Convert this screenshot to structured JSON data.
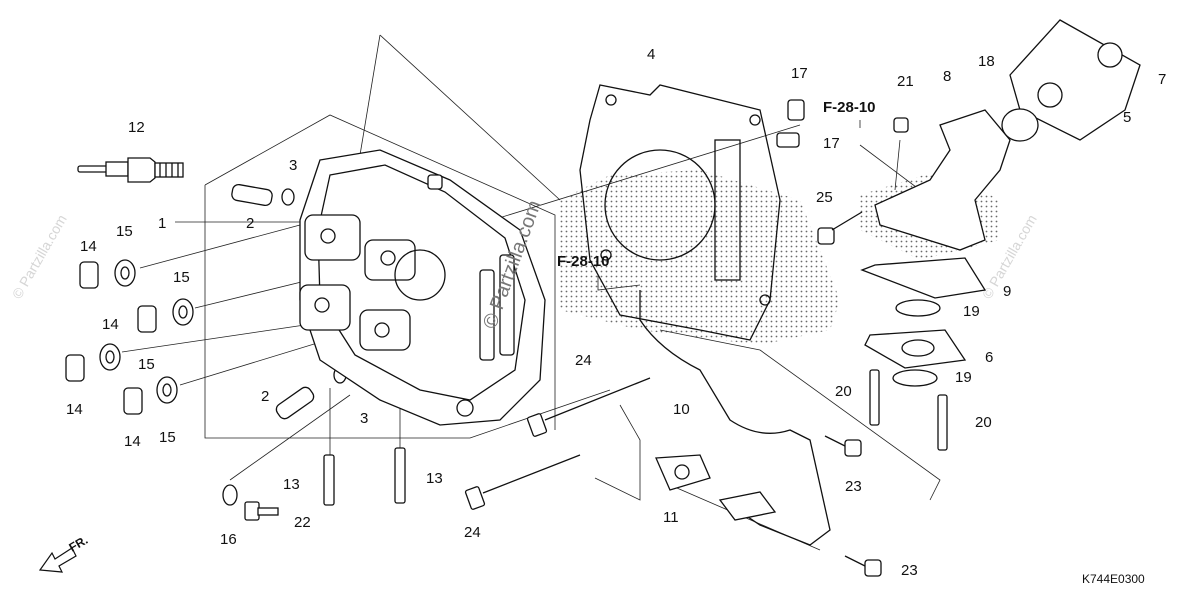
{
  "diagram": {
    "callouts": [
      {
        "id": "1",
        "label": "1"
      },
      {
        "id": "2a",
        "label": "2"
      },
      {
        "id": "2b",
        "label": "2"
      },
      {
        "id": "3a",
        "label": "3"
      },
      {
        "id": "3b",
        "label": "3"
      },
      {
        "id": "4",
        "label": "4"
      },
      {
        "id": "5",
        "label": "5"
      },
      {
        "id": "6",
        "label": "6"
      },
      {
        "id": "7",
        "label": "7"
      },
      {
        "id": "8",
        "label": "8"
      },
      {
        "id": "9",
        "label": "9"
      },
      {
        "id": "10",
        "label": "10"
      },
      {
        "id": "11",
        "label": "11"
      },
      {
        "id": "12",
        "label": "12"
      },
      {
        "id": "13a",
        "label": "13"
      },
      {
        "id": "13b",
        "label": "13"
      },
      {
        "id": "14a",
        "label": "14"
      },
      {
        "id": "14b",
        "label": "14"
      },
      {
        "id": "14c",
        "label": "14"
      },
      {
        "id": "14d",
        "label": "14"
      },
      {
        "id": "15a",
        "label": "15"
      },
      {
        "id": "15b",
        "label": "15"
      },
      {
        "id": "15c",
        "label": "15"
      },
      {
        "id": "15d",
        "label": "15"
      },
      {
        "id": "16",
        "label": "16"
      },
      {
        "id": "17a",
        "label": "17"
      },
      {
        "id": "17b",
        "label": "17"
      },
      {
        "id": "18",
        "label": "18"
      },
      {
        "id": "19a",
        "label": "19"
      },
      {
        "id": "19b",
        "label": "19"
      },
      {
        "id": "20a",
        "label": "20"
      },
      {
        "id": "20b",
        "label": "20"
      },
      {
        "id": "21",
        "label": "21"
      },
      {
        "id": "22",
        "label": "22"
      },
      {
        "id": "23a",
        "label": "23"
      },
      {
        "id": "23b",
        "label": "23"
      },
      {
        "id": "24a",
        "label": "24"
      },
      {
        "id": "24b",
        "label": "24"
      },
      {
        "id": "25",
        "label": "25"
      }
    ],
    "refs": [
      {
        "id": "ref-top",
        "label": "F-28-10"
      },
      {
        "id": "ref-mid",
        "label": "F-28-10"
      }
    ],
    "front_label": "FR.",
    "diagram_code": "K744E0300",
    "watermark": "© Partzilla.com",
    "watermark_faint": "© Partzilla.com"
  }
}
